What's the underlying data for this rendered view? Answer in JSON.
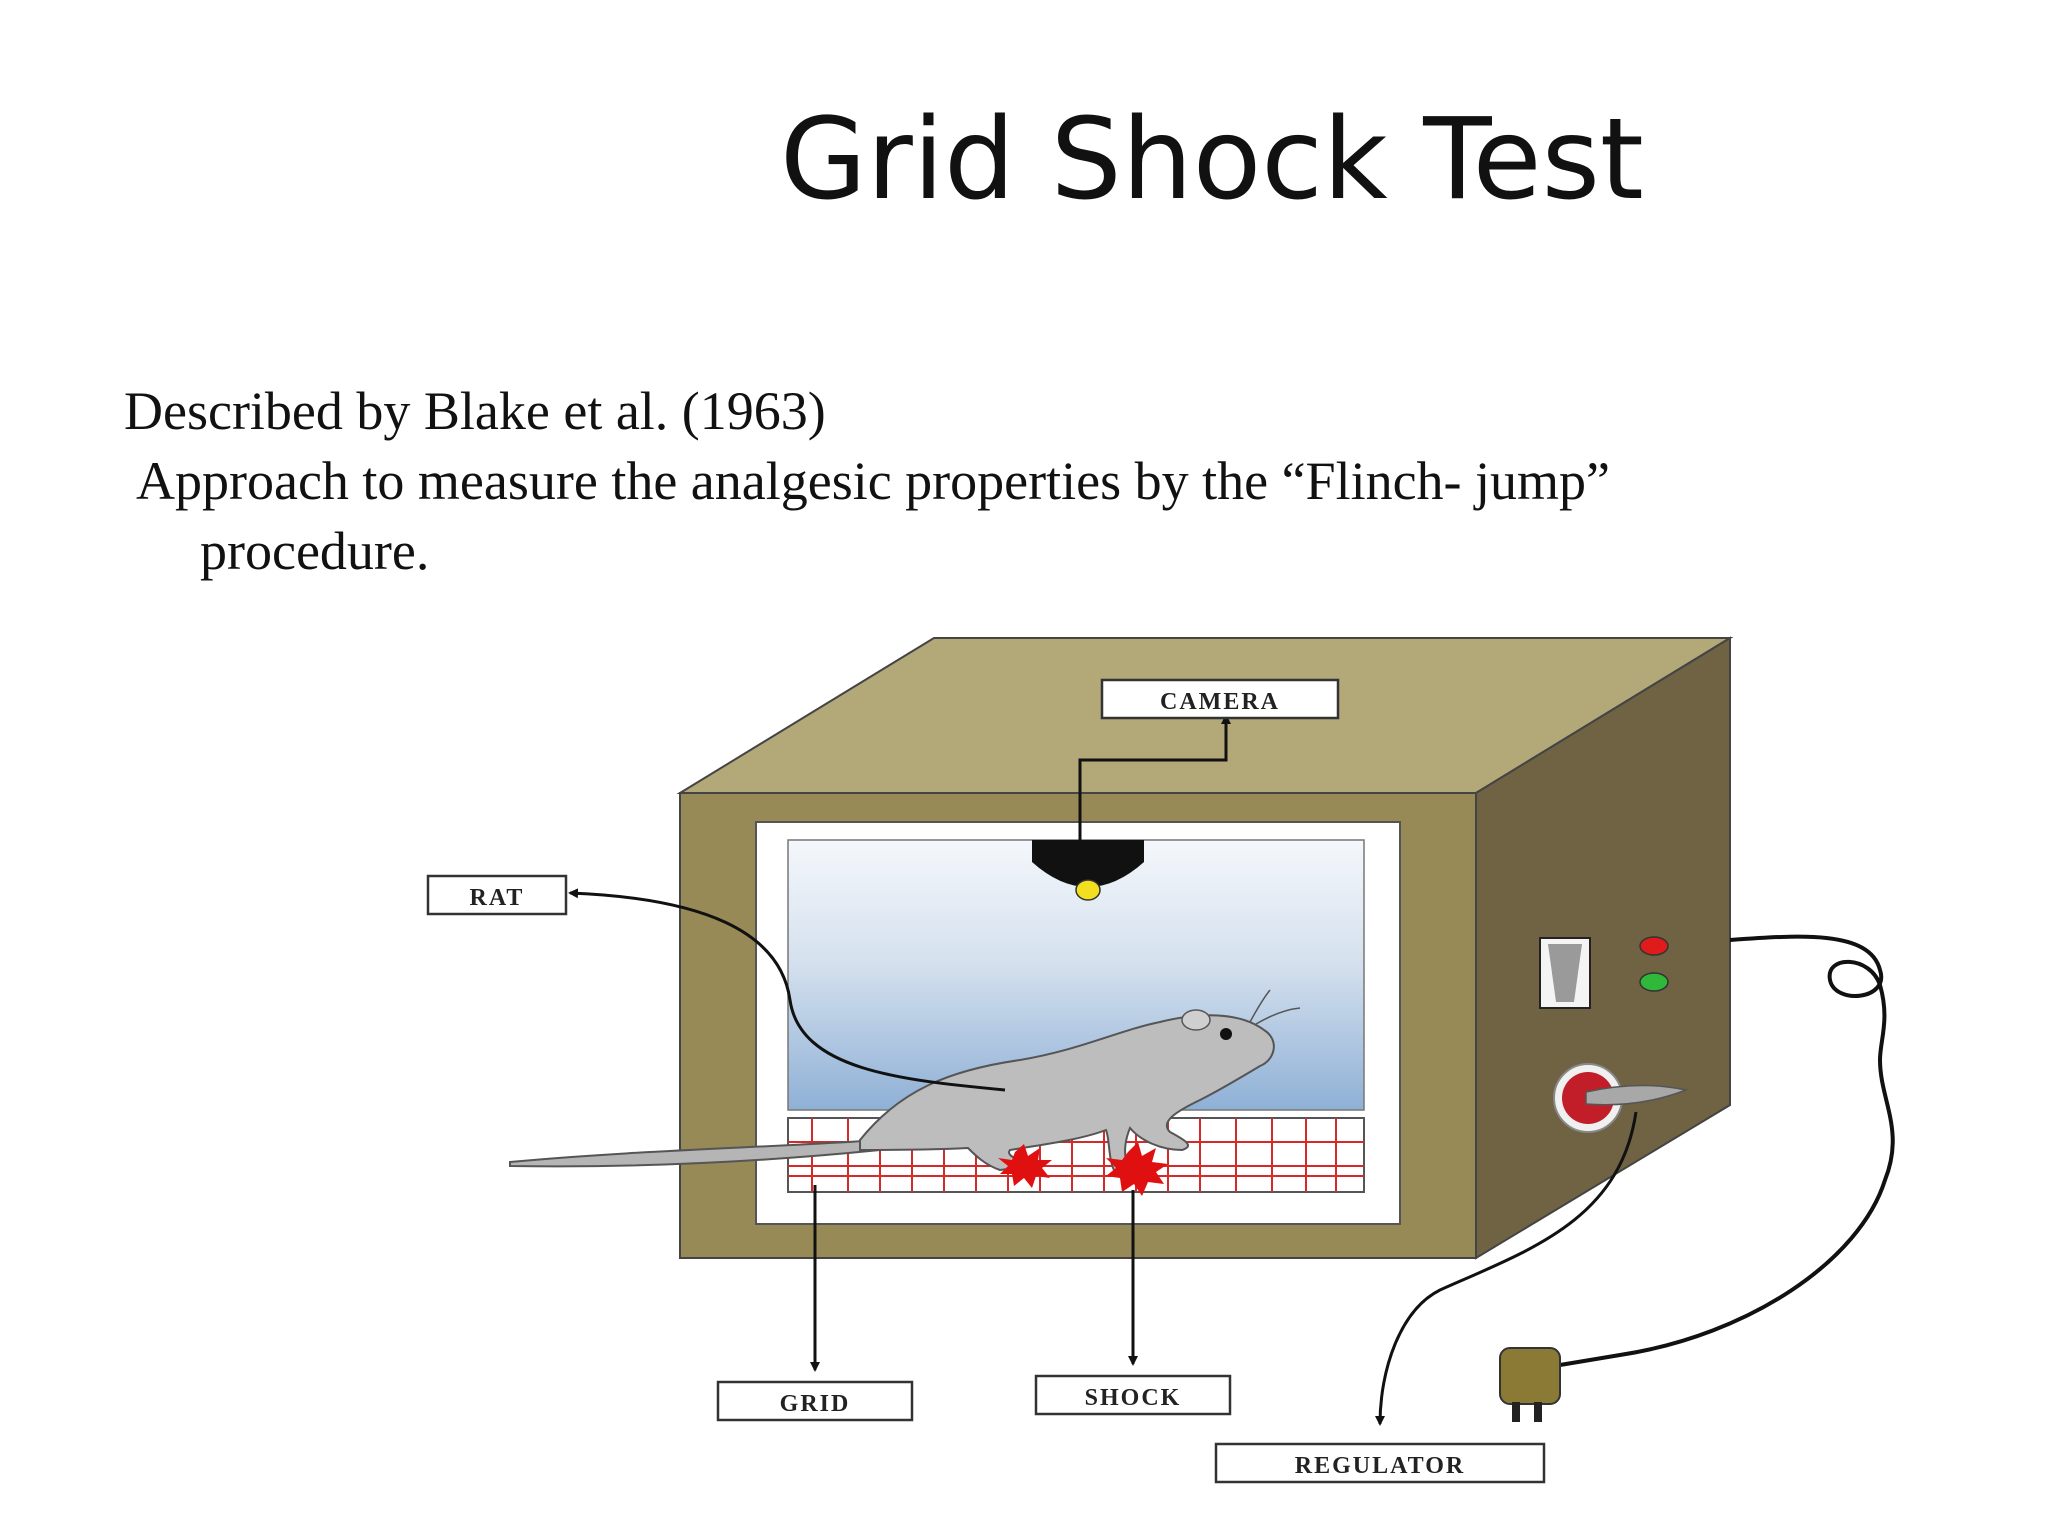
{
  "title": "Grid Shock Test",
  "body": {
    "line1": "Described by  Blake et al. (1963)",
    "line2": "Approach to measure the analgesic properties by the “Flinch- jump” procedure."
  },
  "diagram": {
    "labels": {
      "camera": "CAMERA",
      "rat": "RAT",
      "grid": "GRID",
      "shock": "SHOCK",
      "regulator": "REGULATOR"
    },
    "colors": {
      "box_front": "#978a57",
      "box_top": "#b3a878",
      "box_side": "#6f6344",
      "rat": "#bdbdbd",
      "grid_lines": "#d42a2a",
      "spark": "#e01010",
      "camera": "#111111",
      "lens": "#f2e020"
    }
  }
}
